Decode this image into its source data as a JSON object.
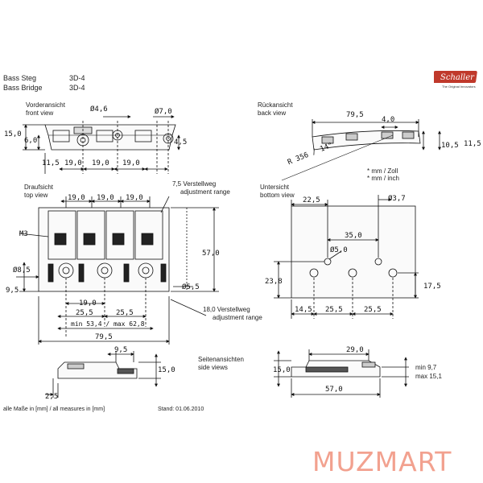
{
  "header": {
    "line1_de": "Bass Steg",
    "line1_model": "3D-4",
    "line2_en": "Bass Bridge",
    "line2_model": "3D-4"
  },
  "brand": {
    "logo_text": "Schaller",
    "tagline": "The Original Innovators",
    "color": "#c0392b"
  },
  "views": {
    "front_de": "Vorderansicht",
    "front_en": "front view",
    "back_de": "Rückansicht",
    "back_en": "back view",
    "top_de": "Draufsicht",
    "top_en": "top view",
    "bottom_de": "Untersicht",
    "bottom_en": "bottom view",
    "side_de": "Seitenansichten",
    "side_en": "side views"
  },
  "dims_front": {
    "d46": "Ø4,6",
    "d70": "Ø7,0",
    "h150": "15,0",
    "h60": "6,0",
    "h45": "4,5",
    "w115": "11,5",
    "w190a": "19,0",
    "w190b": "19,0",
    "w190c": "19,0"
  },
  "dims_back": {
    "w795": "79,5",
    "w40": "4,0",
    "h105": "10,5",
    "h115": "11,5",
    "radius": "R 356 / 14\"",
    "unit_mm": "* mm / Zoll",
    "unit_inch": "* mm / inch"
  },
  "dims_top": {
    "w190a": "19,0",
    "w190b": "19,0",
    "w190c": "19,0",
    "adj75": "7,5 Verstellweg",
    "adj75_en": "adjustment range",
    "m3": "M3",
    "h570": "57,0",
    "d85": "Ø8,5",
    "d55": "Ø5,5",
    "h95": "9,5",
    "w190d": "19,0",
    "w255a": "25,5",
    "w255b": "25,5",
    "range": "min 53,4 / max 62,8",
    "w795": "79,5",
    "adj180": "18,0 Verstellweg",
    "adj180_en": "adjustment range"
  },
  "dims_bottom": {
    "w225": "22,5",
    "d37": "Ø3,7",
    "w350": "35,0",
    "d50": "Ø5,0",
    "h238": "23,8",
    "h175": "17,5",
    "w145": "14,5",
    "w255a": "25,5",
    "w255b": "25,5"
  },
  "dims_side": {
    "w95": "9,5",
    "h150a": "15,0",
    "h25": "2,5",
    "w290": "29,0",
    "h150b": "15,0",
    "min97": "min 9,7",
    "max151": "max 15,1",
    "w570": "57,0"
  },
  "footer": {
    "note": "alle Maße in [mm] / all measures in [mm]",
    "date": "Stand: 01.06.2010"
  },
  "watermark": {
    "text": "MUZMART",
    "color": "#f2a18f"
  }
}
